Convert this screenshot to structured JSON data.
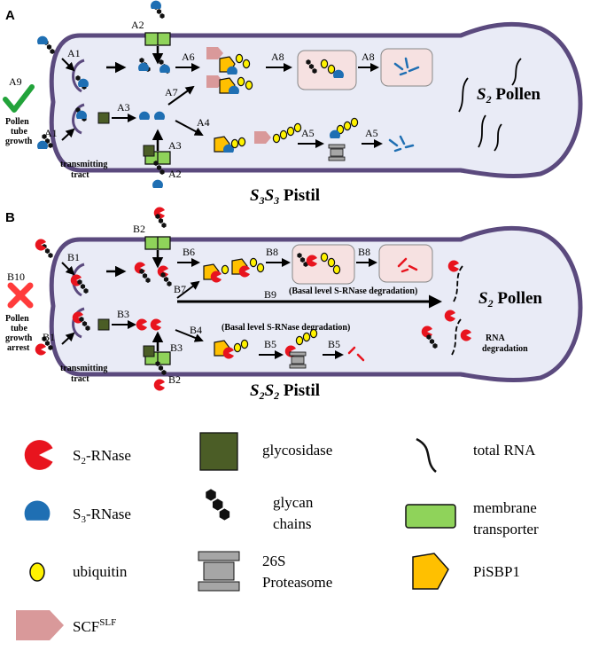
{
  "panelA": {
    "letter": "A",
    "pollen": "S2 Pollen",
    "pistil": "S3S3 Pistil",
    "growth_label_1": "Pollen",
    "growth_label_2": "tube",
    "growth_label_3": "growth",
    "tract_1": "transmitting",
    "tract_2": "tract",
    "steps": {
      "a1a": "A1",
      "a1b": "A1",
      "a2a": "A2",
      "a2b": "A2",
      "a3a": "A3",
      "a3b": "A3",
      "a4": "A4",
      "a5a": "A5",
      "a5b": "A5",
      "a6": "A6",
      "a7": "A7",
      "a8a": "A8",
      "a8b": "A8",
      "a9": "A9"
    }
  },
  "panelB": {
    "letter": "B",
    "pollen": "S2 Pollen",
    "pistil": "S2S2 Pistil",
    "arrest_1": "Pollen",
    "arrest_2": "tube",
    "arrest_3": "growth",
    "arrest_4": "arrest",
    "tract_1": "transmitting",
    "tract_2": "tract",
    "basal_1": "(Basal level S-RNase degradation)",
    "basal_2": "(Basal level S-RNase degradation)",
    "rna_1": "RNA",
    "rna_2": "degradation",
    "steps": {
      "b1a": "B1",
      "b1b": "B1",
      "b2a": "B2",
      "b2b": "B2",
      "b3a": "B3",
      "b3b": "B3",
      "b4": "B4",
      "b5a": "B5",
      "b5b": "B5",
      "b6": "B6",
      "b7": "B7",
      "b8a": "B8",
      "b8b": "B8",
      "b9": "B9",
      "b10": "B10"
    }
  },
  "legend": {
    "s2_rnase": "S2-RNase",
    "glycosidase": "glycosidase",
    "total_rna": "total RNA",
    "s3_rnase": "S3-RNase",
    "glycan_1": "glycan",
    "glycan_2": "chains",
    "membrane_1": "membrane",
    "membrane_2": "transporter",
    "ubiquitin": "ubiquitin",
    "proteasome_1": "26S",
    "proteasome_2": "Proteasome",
    "pisbp1": "PiSBP1",
    "scf": "SCFSLF"
  },
  "colors": {
    "tube_fill": "#e9ebf6",
    "tube_stroke": "#5b4a7e",
    "s2_rnase": "#e8141e",
    "s3_rnase": "#1f6fb3",
    "glycosidase": "#4b5d26",
    "transporter": "#8fd35a",
    "ubiquitin": "#fff200",
    "pisbp1": "#ffc000",
    "scf": "#d9999a",
    "proteasome": "#a6a6a6",
    "check": "#22a33a",
    "cross": "#ff3b3b",
    "box": "#f6e1e1"
  }
}
